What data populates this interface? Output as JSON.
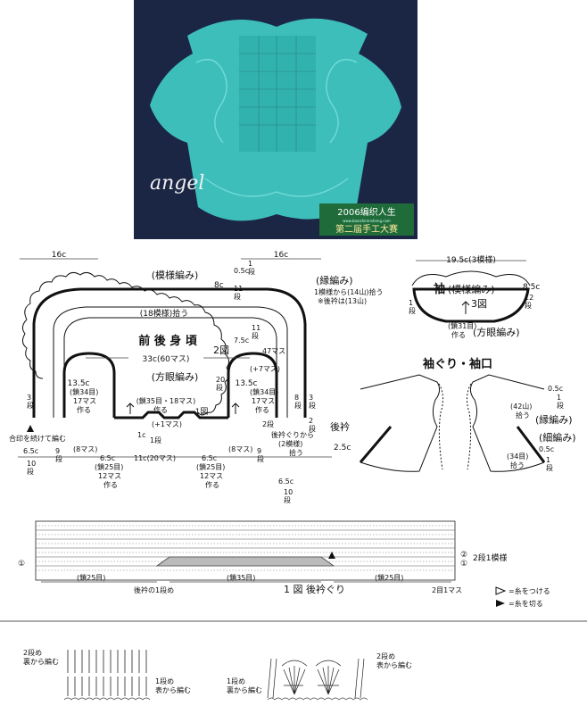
{
  "photo": {
    "watermark": "angel",
    "caption_top": "2006编织人生",
    "caption_url": "www.bianzhirensheng.com",
    "caption_bottom": "第二届手工大赛",
    "colors": {
      "background": "#1e2a4a",
      "garment": "#3fc6c2",
      "caption_box": "#1f6b3a"
    }
  },
  "body": {
    "title": "前 後 身 頃",
    "pattern_label": "(模様編み)",
    "edge_label": "(縁編み)",
    "mesh_label": "(方眼編み)",
    "fig2": "2図",
    "fig1": "1図",
    "dims": {
      "left_top": "16c",
      "right_top": "16c",
      "top_rows_c": "0.5c",
      "top_rows_n": "1\n段",
      "height_8": "8c",
      "rows_11a": "11\n段",
      "pickup": "(18模様)拾う",
      "width_33": "33c(60マス)",
      "height_75": "7.5c",
      "rows_11b": "11\n段",
      "mas_47": "47マス",
      "mas_17": "(+7マス)",
      "left_135": "13.5c",
      "right_135": "13.5c",
      "rows_20": "20\n段",
      "chain_34_l": "(鎖34目)",
      "mas_17_l": "17マス",
      "make_l": "作る",
      "chain_34_r": "(鎖34目)",
      "mas_17_r": "17マス",
      "make_r": "作る",
      "chain_35": "(鎖35目・18マス)",
      "make_c": "作る",
      "plus1": "(+1マス)",
      "rows_3l": "3\n段",
      "rows_8r": "8\n段",
      "rows_2": "2段",
      "rows_3r": "3\n段",
      "rows_2r": "2\n段",
      "c1": "1c",
      "rows_1": "1段",
      "edge_note1": "1模様から(14山)拾う",
      "edge_note2": "※後衿は(13山)",
      "collar_pick1": "後衿ぐりから",
      "collar_pick2": "(2模様)",
      "collar_pick3": "拾う",
      "back_collar": "後衿",
      "c25": "2.5c",
      "join_note": "合印を続けて編む",
      "bottom_65l": "6.5c",
      "bottom_10l": "10\n段",
      "rows_9l": "9\n段",
      "mas_8l": "(8マス)",
      "c65_a": "6.5c",
      "chain25_a": "(鎖25目)",
      "mas12_a": "12マス",
      "make_a": "作る",
      "width_11": "11c(20マス)",
      "c65_b": "6.5c",
      "chain25_b": "(鎖25目)",
      "mas12_b": "12マス",
      "make_b": "作る",
      "mas_8r": "(8マス)",
      "rows_9r": "9\n段",
      "bottom_65r": "6.5c",
      "bottom_10r": "10\n段"
    }
  },
  "sleeve": {
    "width": "19.5c(3模様)",
    "title": "袖",
    "pattern": "(模様編み)",
    "fig3": "3図",
    "h85": "8.5c",
    "rows12": "12\n段",
    "rows1": "1\n段",
    "chain31": "(鎖31目)",
    "make": "作る",
    "mesh": "(方眼編み)"
  },
  "armhole": {
    "title": "袖ぐり・袖口",
    "c05": "0.5c",
    "rows1": "1\n段",
    "yama42": "(42山)",
    "pick": "拾う",
    "edge": "(縁編み)",
    "rib": "(細編み)",
    "c05b": "0.5c",
    "rows1b": "1\n段",
    "chain34": "(34目)",
    "pick2": "拾う"
  },
  "chart1": {
    "marker_l": "①",
    "marker_r": "①",
    "marker_2": "②",
    "row1": "2段1模様",
    "chain25_l": "(鎖25目)",
    "chain35": "(鎖35目)",
    "chain25_r": "(鎖25目)",
    "collar_start": "後衿の1段め",
    "title": "1 図 後衿ぐり",
    "repeat": "2目1マス",
    "legend_attach": "=糸をつける",
    "legend_cut": "=糸を切る"
  },
  "stitches_left": {
    "row2": "2段め",
    "row2b": "裏から編む",
    "row1": "1段め",
    "row1b": "表から編む"
  },
  "stitches_right": {
    "row1": "1段め",
    "row1b": "裏から編む",
    "row2": "2段め",
    "row2b": "表から編む"
  }
}
